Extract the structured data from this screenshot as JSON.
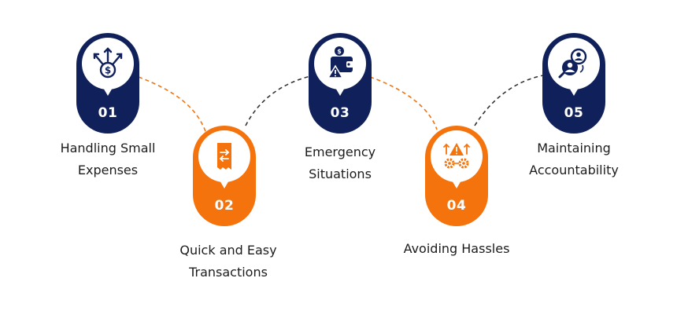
{
  "steps": [
    {
      "number": "01",
      "label_line1": "Handling Small",
      "label_line2": "Expenses",
      "icon": "money-arrows-icon",
      "color": "#10205a"
    },
    {
      "number": "02",
      "label_line1": "Quick and Easy",
      "label_line2": "Transactions",
      "icon": "receipt-exchange-icon",
      "color": "#f5730c"
    },
    {
      "number": "03",
      "label_line1": "Emergency",
      "label_line2": "Situations",
      "icon": "wallet-warning-icon",
      "color": "#10205a"
    },
    {
      "number": "04",
      "label_line1": "Avoiding Hassles",
      "label_line2": "",
      "icon": "warning-gears-icon",
      "color": "#f5730c"
    },
    {
      "number": "05",
      "label_line1": "Maintaining",
      "label_line2": "Accountability",
      "icon": "people-search-icon",
      "color": "#10205a"
    }
  ],
  "colors": {
    "navy": "#10205a",
    "orange": "#f5730c",
    "text": "#1c1c1c"
  }
}
